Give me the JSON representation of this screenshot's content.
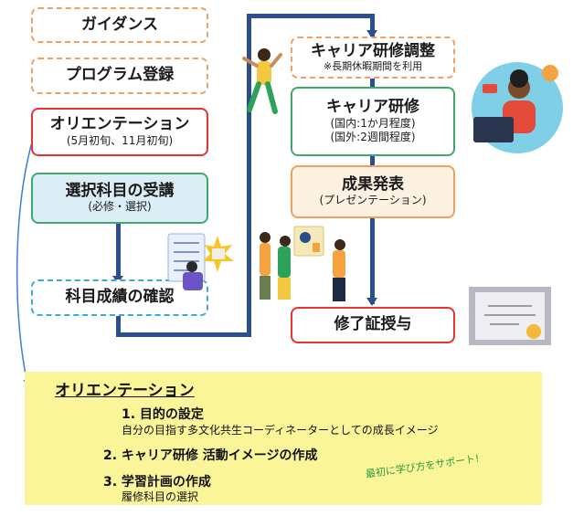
{
  "left_column": {
    "guidance": "ガイダンス",
    "program_registration": "プログラム登録",
    "orientation": {
      "title": "オリエンテーション",
      "sub": "(5月初旬、11月初旬)"
    },
    "elective": {
      "title": "選択科目の受講",
      "sub": "(必修・選択)"
    },
    "confirm": "科目成績の確認"
  },
  "right_column": {
    "adjust": {
      "title": "キャリア研修調整",
      "note": "※長期休暇期間を利用"
    },
    "training": {
      "title": "キャリア研修",
      "line1": "(国内:1か月程度)",
      "line2": "(国外:2週間程度)"
    },
    "presentation": {
      "title": "成果発表",
      "sub": "(プレゼンテーション)"
    },
    "completion": "修了証授与"
  },
  "orientation_panel": {
    "title": "オリエンテーション",
    "items": [
      {
        "heading": "1. 目的の設定",
        "detail": "自分の目指す多文化共生コーディネーターとしての成長イメージ"
      },
      {
        "heading": "2. キャリア研修 活動イメージの作成"
      },
      {
        "heading": "3. 学習計画の作成",
        "detail": "履修科目の選択"
      }
    ],
    "support_note": "最初に学び方をサポート!"
  },
  "colors": {
    "connector": "#2b4f8c",
    "orange": "#f0a060",
    "red": "#e8322e",
    "green": "#3daa6a",
    "blue_dash": "#3aa9e0",
    "elective_fill": "#dbeef6",
    "panel": "#fbf59a",
    "support_text": "#2e9a3c"
  }
}
